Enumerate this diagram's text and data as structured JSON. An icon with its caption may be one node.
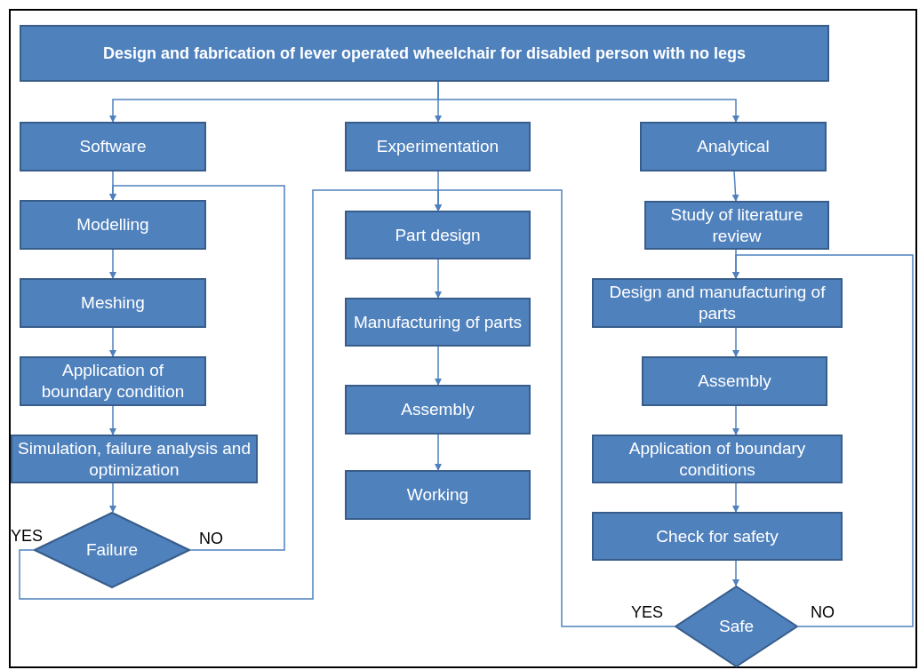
{
  "diagram": {
    "nodes": [
      {
        "text": [
          "Design and fabrication of lever operated wheelchair for disabled person with no legs"
        ]
      },
      {
        "text": [
          "Software"
        ]
      },
      {
        "text": [
          "Experimentation"
        ]
      },
      {
        "text": [
          "Analytical"
        ]
      },
      {
        "text": [
          "Modelling"
        ]
      },
      {
        "text": [
          "Meshing"
        ]
      },
      {
        "text": [
          "Application of boundary condition"
        ]
      },
      {
        "text": [
          "Simulation, failure analysis and optimization"
        ]
      },
      {
        "text": [
          "Failure"
        ]
      },
      {
        "text": [
          "Part design"
        ]
      },
      {
        "text": [
          "Manufacturing of parts"
        ]
      },
      {
        "text": [
          "Assembly"
        ]
      },
      {
        "text": [
          "Working"
        ]
      },
      {
        "text": [
          "Study of literature review"
        ]
      },
      {
        "text": [
          "Design and manufacturing of parts"
        ]
      },
      {
        "text": [
          "Assembly"
        ]
      },
      {
        "text": [
          "Application of boundary conditions"
        ]
      },
      {
        "text": [
          "Check for safety"
        ]
      },
      {
        "text": [
          "Safe"
        ]
      }
    ],
    "edges": [
      {
        "from": 0,
        "to": 1,
        "arrow": "to"
      },
      {
        "from": 0,
        "to": 2,
        "arrow": "to"
      },
      {
        "from": 0,
        "to": 3,
        "arrow": "to"
      },
      {
        "from": 1,
        "to": 4,
        "arrow": "to"
      },
      {
        "from": 4,
        "to": 5,
        "arrow": "to"
      },
      {
        "from": 5,
        "to": 6,
        "arrow": "to"
      },
      {
        "from": 6,
        "to": 7,
        "arrow": "to"
      },
      {
        "from": 7,
        "to": 8,
        "arrow": "to"
      },
      {
        "from": 8,
        "to": 4,
        "label": "NO",
        "arrow": "to"
      },
      {
        "from": 8,
        "to": 9,
        "label": "YES",
        "arrow": "to"
      },
      {
        "from": 2,
        "to": 9,
        "arrow": "to"
      },
      {
        "from": 9,
        "to": 10,
        "arrow": "to"
      },
      {
        "from": 10,
        "to": 11,
        "arrow": "to"
      },
      {
        "from": 11,
        "to": 12,
        "arrow": "to"
      },
      {
        "from": 3,
        "to": 13,
        "arrow": "to"
      },
      {
        "from": 13,
        "to": 14,
        "arrow": "to"
      },
      {
        "from": 14,
        "to": 15,
        "arrow": "to"
      },
      {
        "from": 15,
        "to": 16,
        "arrow": "to"
      },
      {
        "from": 16,
        "to": 17,
        "arrow": "to"
      },
      {
        "from": 17,
        "to": 18,
        "arrow": "to"
      },
      {
        "from": 18,
        "to": 14,
        "label": "NO",
        "arrow": "to"
      },
      {
        "from": 18,
        "to": 9,
        "label": "YES",
        "arrow": "to"
      }
    ]
  }
}
